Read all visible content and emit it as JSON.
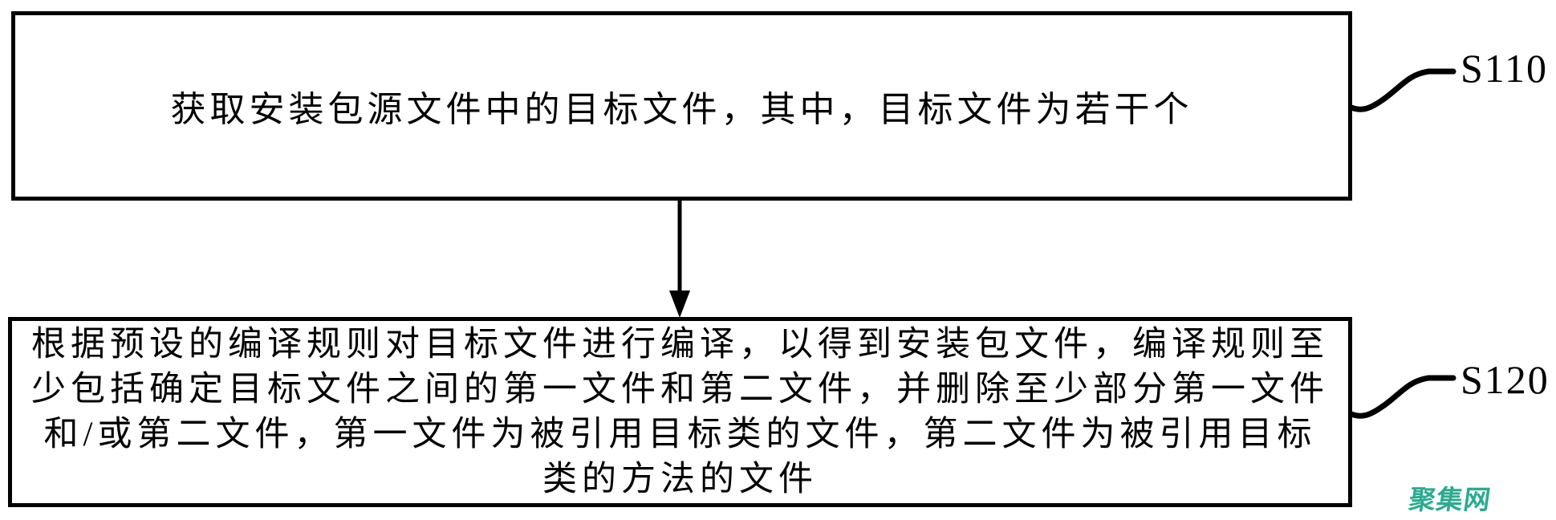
{
  "figure": {
    "background_color": "#ffffff",
    "line_color": "#000000",
    "steps": [
      {
        "label": "S110",
        "lines": [
          "获取安装包源文件中的目标文件，其中，目标文件为若干个"
        ]
      },
      {
        "label": "S120",
        "lines": [
          "根据预设的编译规则对目标文件进行编译，以得到安装包文件，编译规则至",
          "少包括确定目标文件之间的第一文件和第二文件，并删除至少部分第一文件",
          "和/或第二文件，第一文件为被引用目标类的文件，第二文件为被引用目标",
          "类的方法的文件"
        ]
      }
    ],
    "connector": {
      "type": "arrow-down"
    },
    "watermark": {
      "text": "聚集网",
      "color": "#2bab90"
    }
  }
}
